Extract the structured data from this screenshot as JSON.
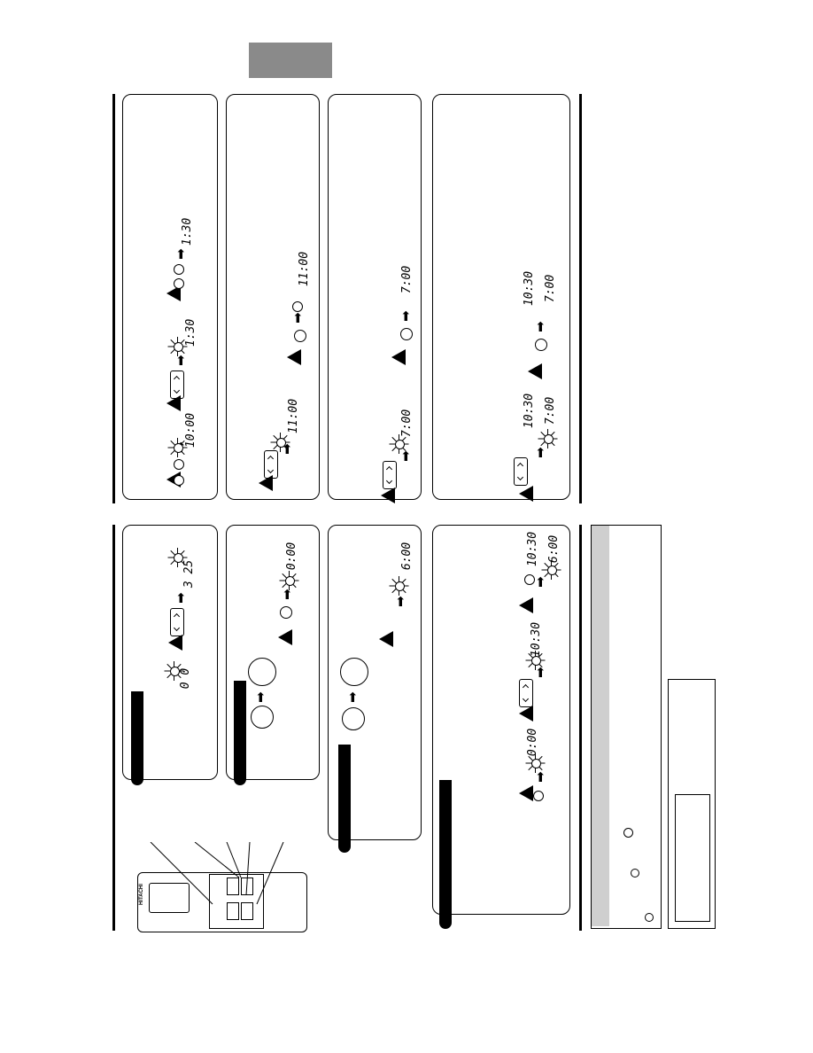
{
  "page": {
    "header_block": ""
  },
  "remote": {
    "brand": "HITACHI"
  },
  "displays": {
    "d1": "10:00",
    "d2": "1:30",
    "d3": "1:30",
    "d4": "11:00",
    "d5": "11:00",
    "d6": "7:00",
    "d7": "7:00",
    "d8": "10:30",
    "d9": "7:00",
    "d10": "10:30",
    "d11": "7:00",
    "d12": "3 25",
    "d13": "0  0",
    "d14": "0:00",
    "d15": "6:00",
    "d16": "10:30",
    "d17": "6:00",
    "d18": "10:30",
    "d19": "0:00"
  },
  "colors": {
    "header_gray": "#8a8a8a",
    "side_band": "#cfcfcf",
    "ink": "#000000"
  }
}
